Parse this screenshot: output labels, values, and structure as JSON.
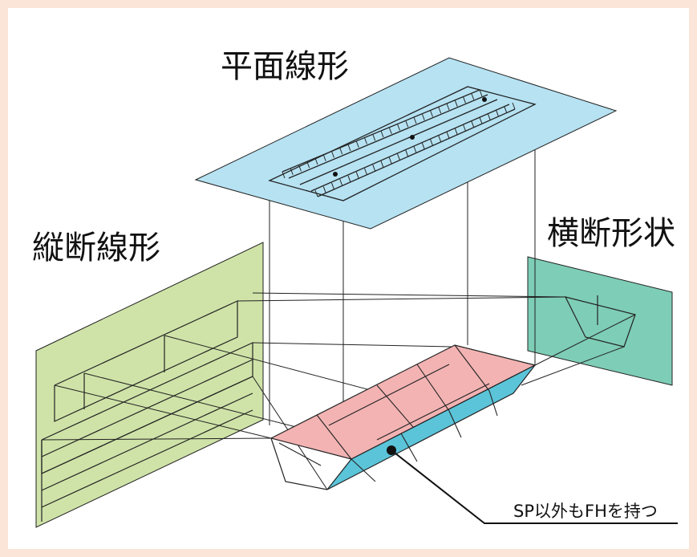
{
  "labels": {
    "plan": "平面線形",
    "profile": "縦断線形",
    "cross_section": "横断形状",
    "callout": "SP以外もFHを持つ"
  },
  "colors": {
    "page_border": "#fbe5d8",
    "plan_plane": "#b6e2f2",
    "profile_plane": "#cfe3a8",
    "cross_plane": "#7ecdb6",
    "top_surface": "#f3b3b3",
    "side_surface": "#5bc4d9",
    "line": "#222222"
  }
}
